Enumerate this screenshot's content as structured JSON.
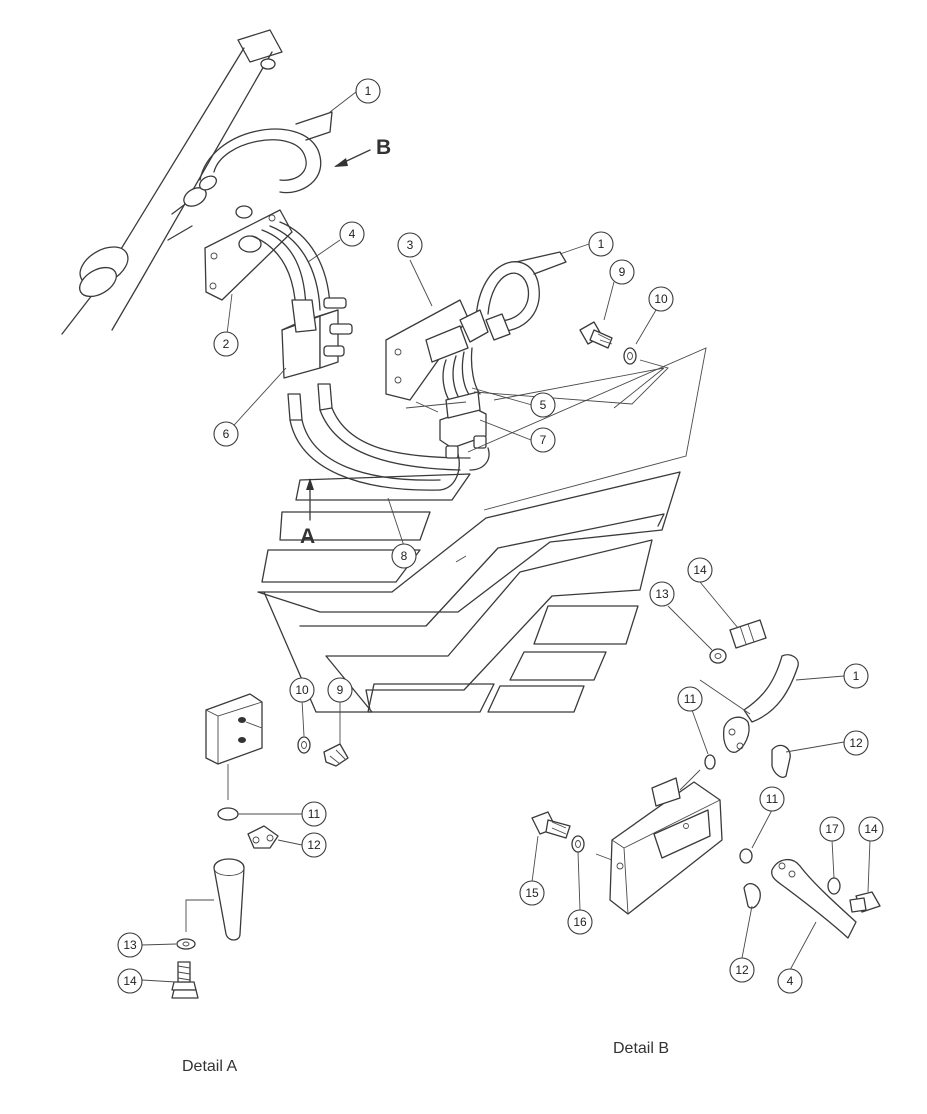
{
  "view_labels": {
    "a": "A",
    "b": "B"
  },
  "captions": {
    "detail_a": "Detail A",
    "detail_b": "Detail B"
  },
  "callouts": {
    "main_1a": "1",
    "main_1b": "1",
    "main_2": "2",
    "main_3": "3",
    "main_4": "4",
    "main_5": "5",
    "main_6": "6",
    "main_7": "7",
    "main_8": "8",
    "main_9": "9",
    "main_10": "10",
    "a_10": "10",
    "a_9": "9",
    "a_11": "11",
    "a_12": "12",
    "a_13": "13",
    "a_14": "14",
    "b_14": "14",
    "b_13": "13",
    "b_1": "1",
    "b_11a": "11",
    "b_12a": "12",
    "b_11b": "11",
    "b_17": "17",
    "b_14b": "14",
    "b_15": "15",
    "b_16": "16",
    "b_12b": "12",
    "b_4": "4"
  }
}
